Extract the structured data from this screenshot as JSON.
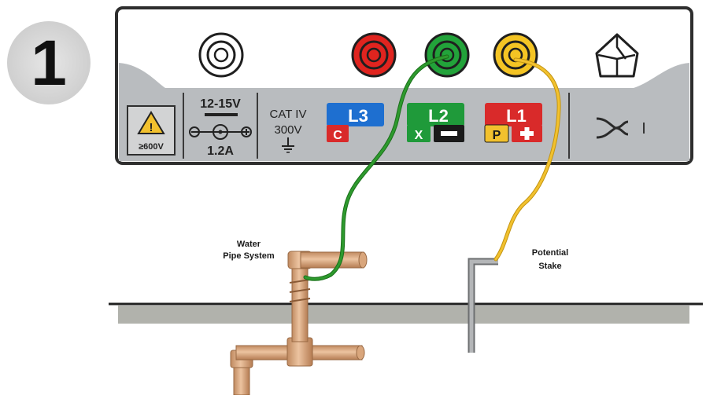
{
  "step": {
    "number": "1"
  },
  "meter": {
    "warning_label": "≥600V",
    "power": {
      "voltage": "12-15V",
      "current": "1.2A"
    },
    "cat": {
      "line1": "CAT IV",
      "line2": "300V"
    },
    "terminals": [
      {
        "name": "L3",
        "badges": [
          "C"
        ],
        "color": "#1e6fd0"
      },
      {
        "name": "L2",
        "badges": [
          "X",
          "−"
        ],
        "color": "#1f9a3a"
      },
      {
        "name": "L1",
        "badges": [
          "P",
          "+"
        ],
        "color": "#d92a2a"
      }
    ],
    "clamp_label": "I"
  },
  "scene": {
    "water_pipe_label": [
      "Water",
      "Pipe System"
    ],
    "stake_label": [
      "Potential",
      "Stake"
    ]
  },
  "colors": {
    "panel_gray": "#b9bcbf",
    "panel_border": "#2e2e2e",
    "lead_green": "#2e9a2e",
    "lead_yellow": "#f2c12e",
    "pipe_copper": "#d9a67c",
    "ground": "#b1b2ac",
    "stake": "#a7a9ab"
  }
}
